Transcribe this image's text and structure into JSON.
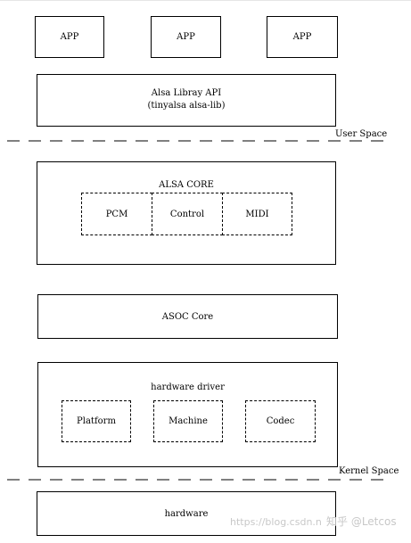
{
  "apps": [
    "APP",
    "APP",
    "APP"
  ],
  "alsa_lib": {
    "line1": "Alsa Libray API",
    "line2": "(tinyalsa alsa-lib)"
  },
  "user_space_label": "User Space",
  "alsa_core": {
    "title": "ALSA CORE",
    "modules": [
      "PCM",
      "Control",
      "MIDI"
    ]
  },
  "asoc_core_label": "ASOC Core",
  "hardware_driver": {
    "title": "hardware driver",
    "modules": [
      "Platform",
      "Machine",
      "Codec"
    ]
  },
  "kernel_space_label": "Kernel Space",
  "hardware_label": "hardware",
  "watermark": {
    "left": "https://blog.csdn.n",
    "right": "知乎 @Letcos"
  }
}
